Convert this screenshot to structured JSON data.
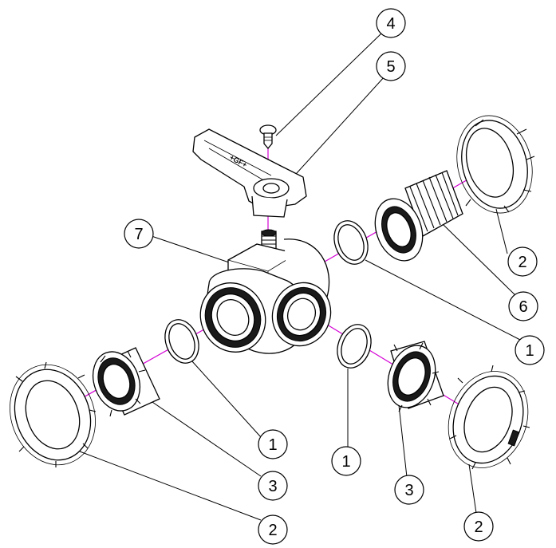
{
  "callouts": [
    {
      "id": "c4",
      "number": "4"
    },
    {
      "id": "c5",
      "number": "5"
    },
    {
      "id": "c7",
      "number": "7"
    },
    {
      "id": "c2a",
      "number": "2"
    },
    {
      "id": "c6",
      "number": "6"
    },
    {
      "id": "c1a",
      "number": "1"
    },
    {
      "id": "c1b",
      "number": "1"
    },
    {
      "id": "c1c",
      "number": "1"
    },
    {
      "id": "c3a",
      "number": "3"
    },
    {
      "id": "c3b",
      "number": "3"
    },
    {
      "id": "c2b",
      "number": "2"
    },
    {
      "id": "c2c",
      "number": "2"
    }
  ],
  "handle_logo_text": "+GF+",
  "colors": {
    "axis_line": "#d400d4",
    "outline": "#000000",
    "background": "#ffffff"
  }
}
